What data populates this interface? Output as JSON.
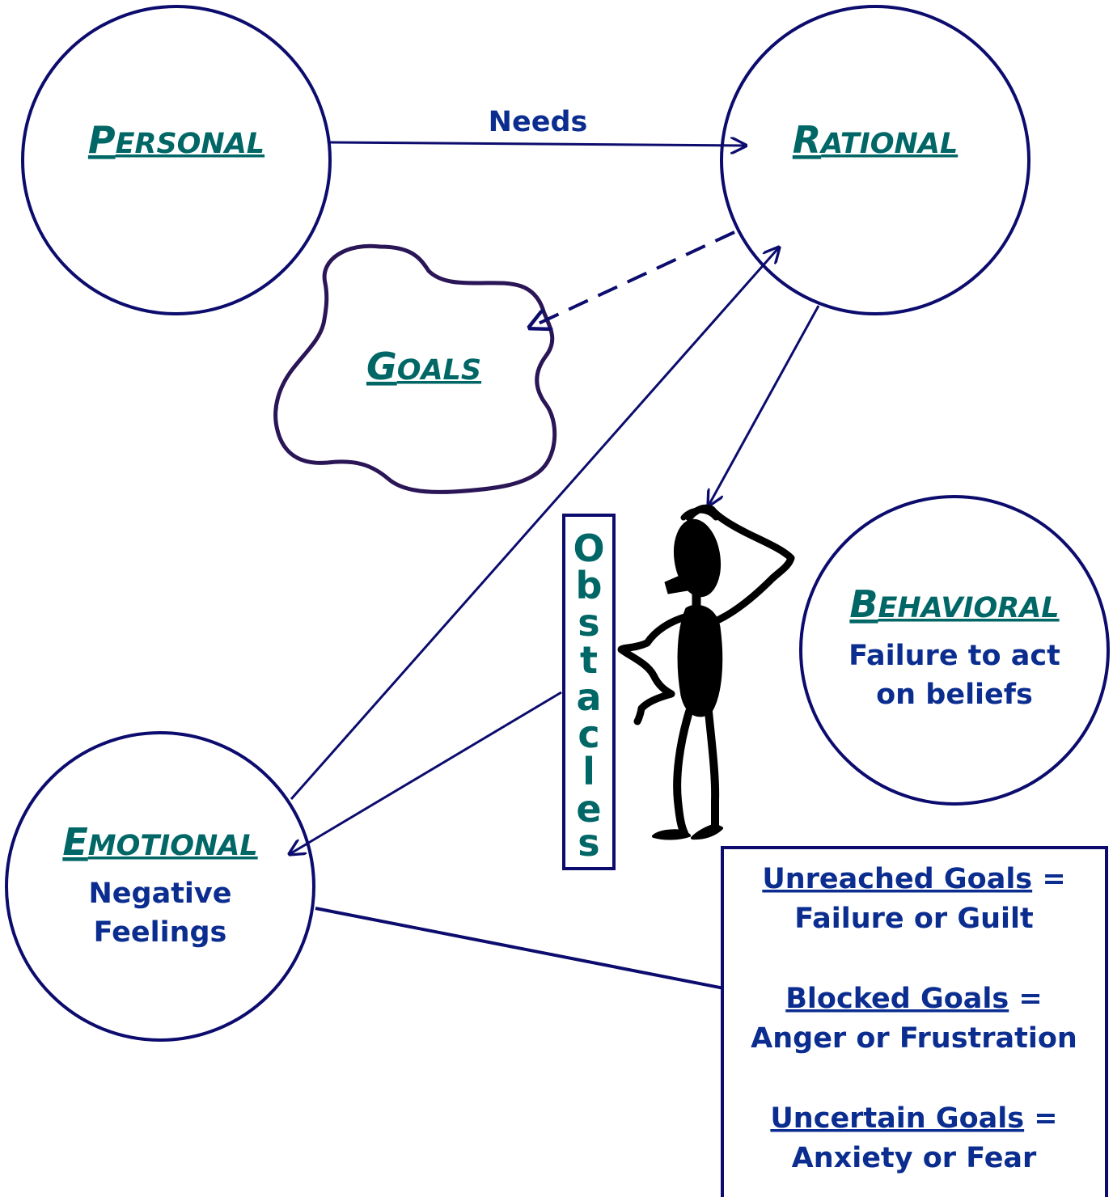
{
  "colors": {
    "circle_stroke": "#0c0c6e",
    "title_teal": "#006666",
    "text_navy": "#0b2d8f",
    "cloud_stroke": "#2a1556",
    "figure_fill": "#000000"
  },
  "personal": {
    "first": "P",
    "rest": "ERSONAL"
  },
  "rational": {
    "first": "R",
    "rest": "ATIONAL"
  },
  "goals": {
    "first": "G",
    "rest": "OALS"
  },
  "behavioral": {
    "first": "B",
    "rest": "EHAVIORAL",
    "line1": "Failure to act",
    "line2": "on beliefs"
  },
  "emotional": {
    "first": "E",
    "rest": "MOTIONAL",
    "line1": "Negative",
    "line2": "Feelings"
  },
  "needs_label": "Needs",
  "obstacles_letters": [
    "O",
    "b",
    "s",
    "t",
    "a",
    "c",
    "l",
    "e",
    "s"
  ],
  "figure_icon": "confused-person-icon",
  "legend": {
    "items": [
      {
        "term": "Unreached Goals",
        "eq": " =",
        "result": "Failure or Guilt"
      },
      {
        "term": "Blocked Goals",
        "eq": " =",
        "result": "Anger or Frustration"
      },
      {
        "term": "Uncertain Goals",
        "eq": " =",
        "result": "Anxiety or Fear"
      }
    ]
  }
}
